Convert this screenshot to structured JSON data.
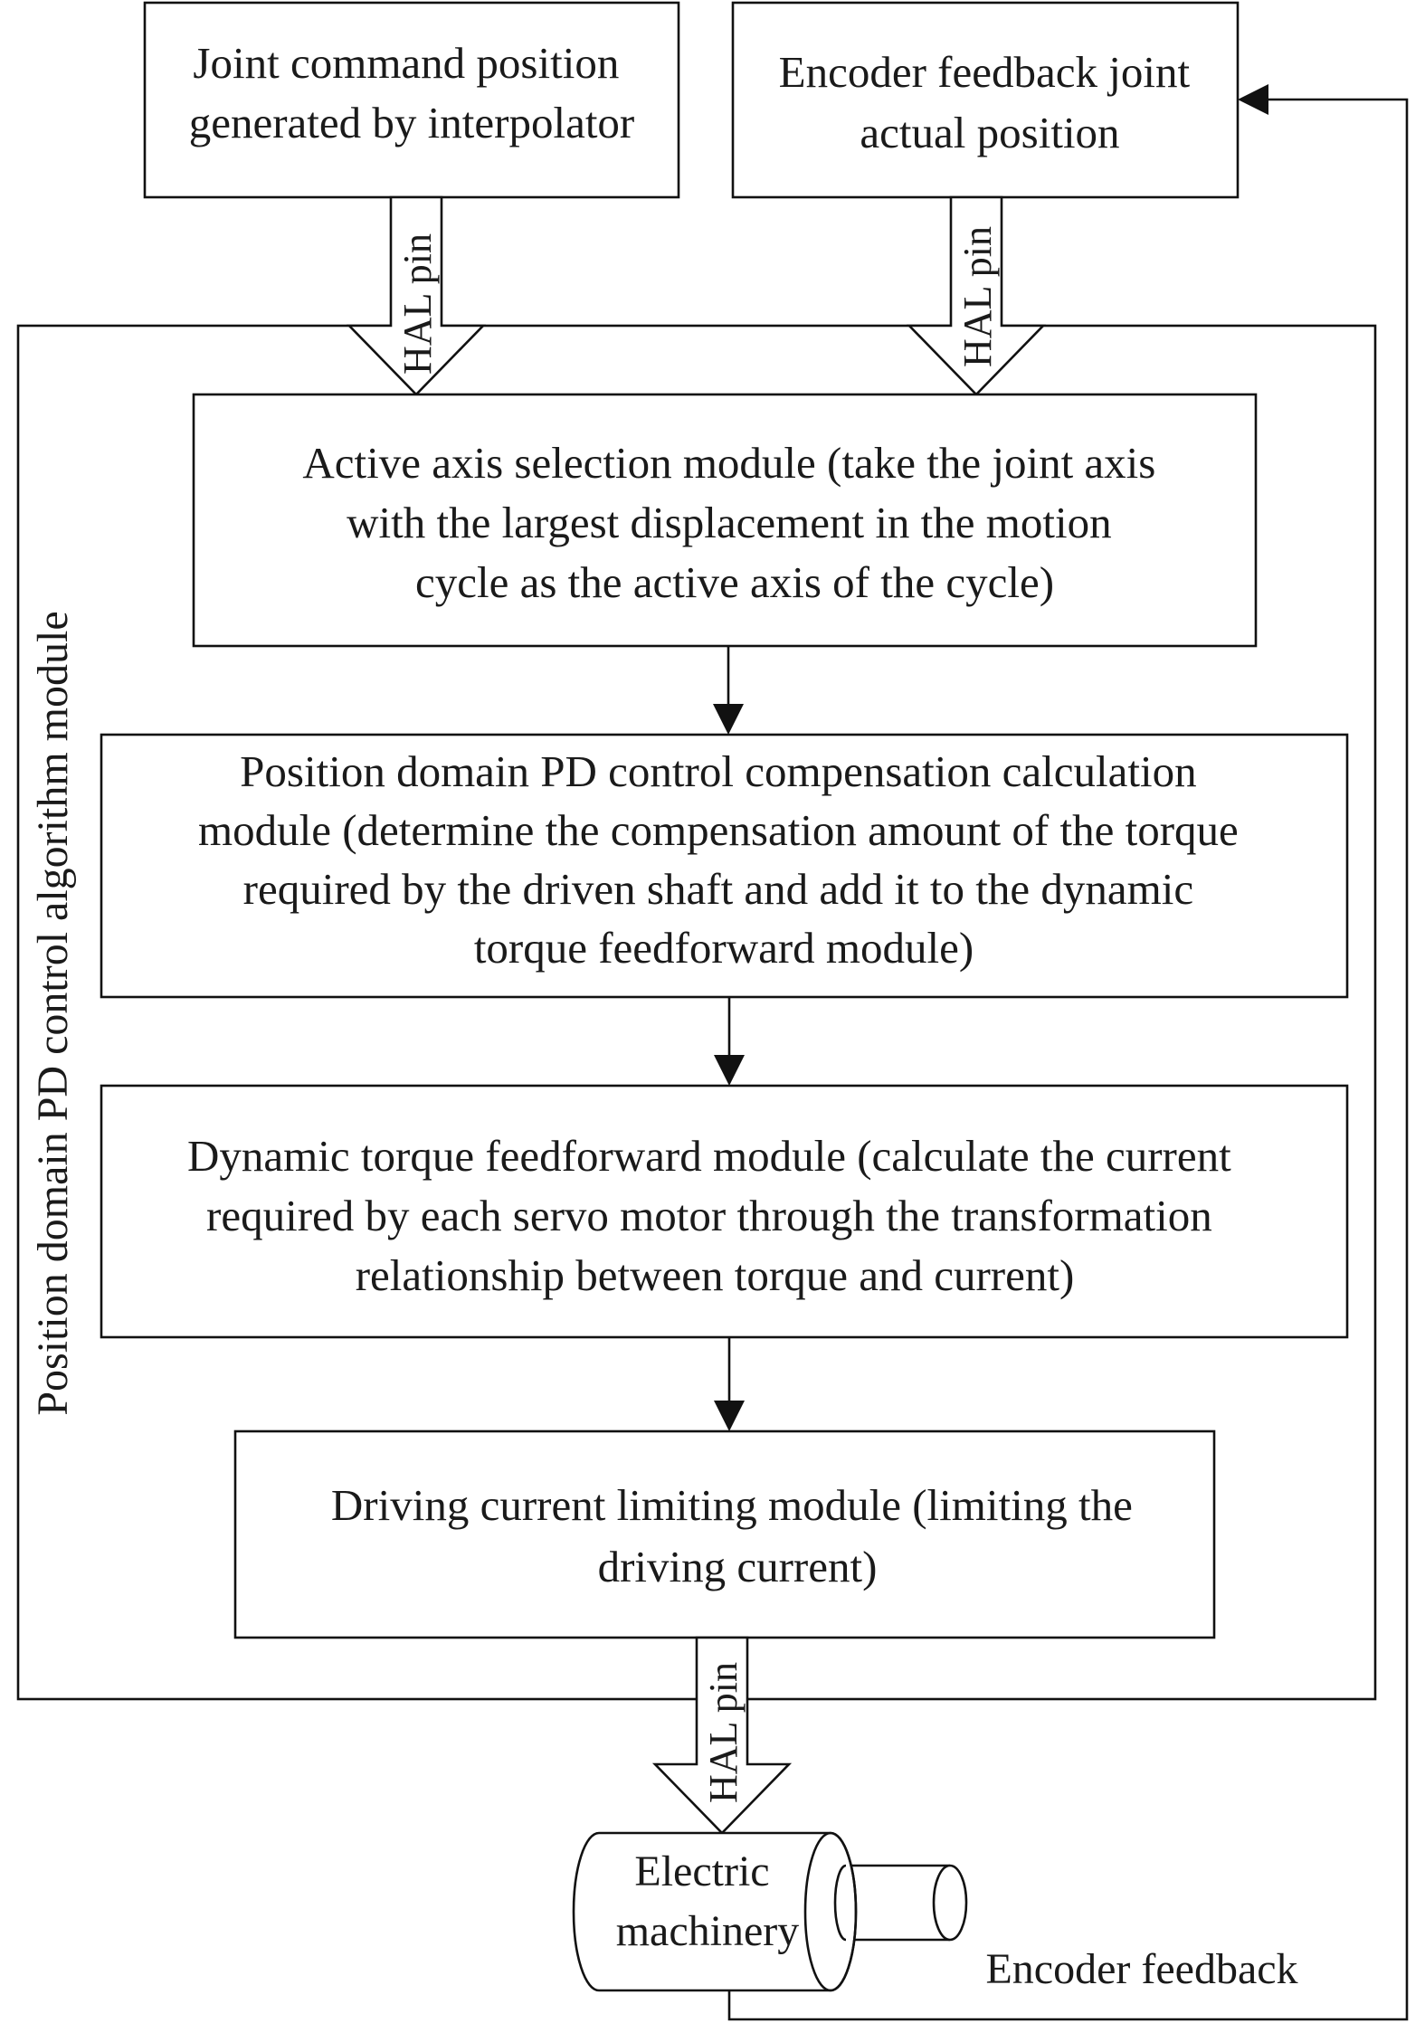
{
  "boxes": {
    "command": {
      "lines": [
        "Joint command position",
        "generated by interpolator"
      ]
    },
    "feedback": {
      "lines": [
        "Encoder feedback joint",
        "actual position"
      ]
    },
    "active_axis": {
      "lines": [
        "Active axis selection module (take the joint axis",
        "with the largest displacement in the motion",
        "cycle as the active axis of the cycle)"
      ]
    },
    "pd_compensation": {
      "lines": [
        "Position domain PD control compensation calculation",
        "module (determine the compensation amount of the torque",
        "required by the driven shaft and add it to the dynamic",
        "torque feedforward module)"
      ]
    },
    "torque_feedforward": {
      "lines": [
        "Dynamic torque feedforward module (calculate the current",
        "required by each servo motor through the transformation",
        "relationship between torque and current)"
      ]
    },
    "current_limiting": {
      "lines": [
        "Driving current limiting module (limiting the",
        "driving current)"
      ]
    }
  },
  "container_label": "Position domain PD control algorithm module",
  "hal_label": "HAL pin",
  "motor": {
    "lines": [
      "Electric",
      "machinery"
    ]
  },
  "encoder_feedback_label": "Encoder feedback"
}
